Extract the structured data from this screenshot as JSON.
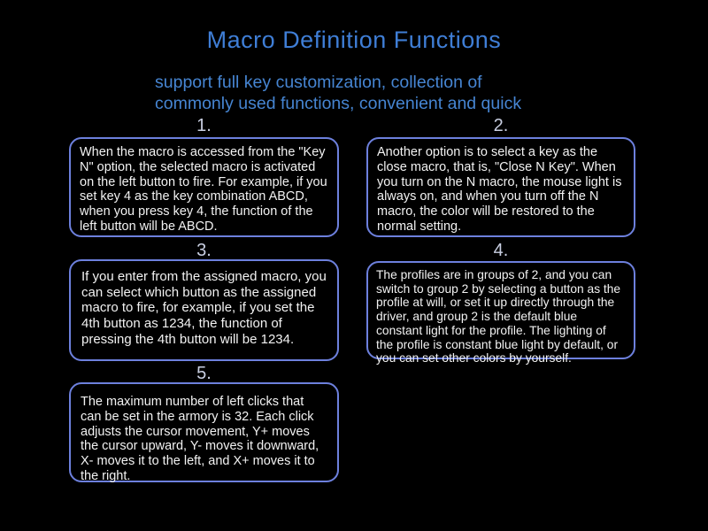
{
  "page": {
    "title": "Macro Definition Functions",
    "subtitle_line1": "support full key customization, collection of",
    "subtitle_line2": "commonly used functions, convenient and quick"
  },
  "colors": {
    "background": "#000000",
    "title_blue": "#3f7ed6",
    "subtitle_blue": "#4685d2",
    "number_text": "#c9cfe2",
    "box_border": "#6d80dd",
    "box_text": "#f2f2f2"
  },
  "sections": [
    {
      "number": "1.",
      "text": "When the macro is accessed from the \"Key N\" option, the selected macro is activated on the left button to fire. For example, if you set key 4 as the key combination ABCD, when you press key 4, the function of the left button will be ABCD."
    },
    {
      "number": "2.",
      "text": "Another option is to select a key as the close macro, that is, \"Close N Key\". When you turn on the N macro, the mouse light is always on, and when you turn off the N macro, the color will be restored to the normal setting."
    },
    {
      "number": "3.",
      "text": "If you enter from the assigned macro, you can select which button as the assigned macro to fire, for example, if you set the 4th button as 1234, the function of pressing the 4th button will be 1234."
    },
    {
      "number": "4.",
      "text": "The profiles are in groups of 2, and you can switch to group 2 by selecting a button as the profile at will, or set it up directly through the driver, and group 2 is the default blue constant light for the profile. The lighting of the profile is constant blue light by default, or you can set other colors by yourself."
    },
    {
      "number": "5.",
      "text": "The maximum number of left clicks that can be set in the armory is 32. Each click adjusts the cursor movement, Y+ moves the cursor upward, Y- moves it downward, X- moves it to the left, and X+ moves it to the right."
    }
  ]
}
